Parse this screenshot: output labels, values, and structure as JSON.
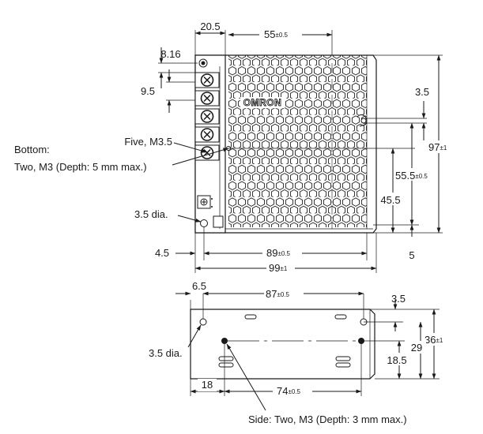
{
  "front_view": {
    "dimensions": {
      "terminal_block_width": "20.5",
      "grille_width": "55",
      "grille_width_tol": "±0.5",
      "terminal_top_offset": "8.16",
      "terminal_pitch": "9.5",
      "clip_top_offset": "3.5",
      "height": "97",
      "height_tol": "±1",
      "center_height": "55.5",
      "center_height_tol": "±0.5",
      "mount_hole_height": "45.5",
      "bottom_offset": "5",
      "left_hole_offset": "4.5",
      "hole_spacing": "89",
      "hole_spacing_tol": "±0.5",
      "width": "99",
      "width_tol": "±1"
    },
    "labels": {
      "terminal_screws": "Five, M3.5",
      "bottom_label": "Bottom:",
      "bottom_holes": "Two, M3 (Depth: 5 mm max.)",
      "hole_dia": "3.5 dia."
    },
    "logo": "OMRON"
  },
  "bottom_view": {
    "dimensions": {
      "left_hole_offset": "6.5",
      "hole_spacing": "87",
      "hole_spacing_tol": "±0.5",
      "hole_edge_offset": "3.5",
      "depth": "36",
      "depth_tol": "±1",
      "hole_row_offset": "29",
      "side_hole_height": "18.5",
      "side_hole_left": "18",
      "side_hole_spacing": "74",
      "side_hole_spacing_tol": "±0.5"
    },
    "labels": {
      "hole_dia": "3.5 dia.",
      "side_holes": "Side: Two, M3 (Depth: 3 mm max.)"
    }
  }
}
